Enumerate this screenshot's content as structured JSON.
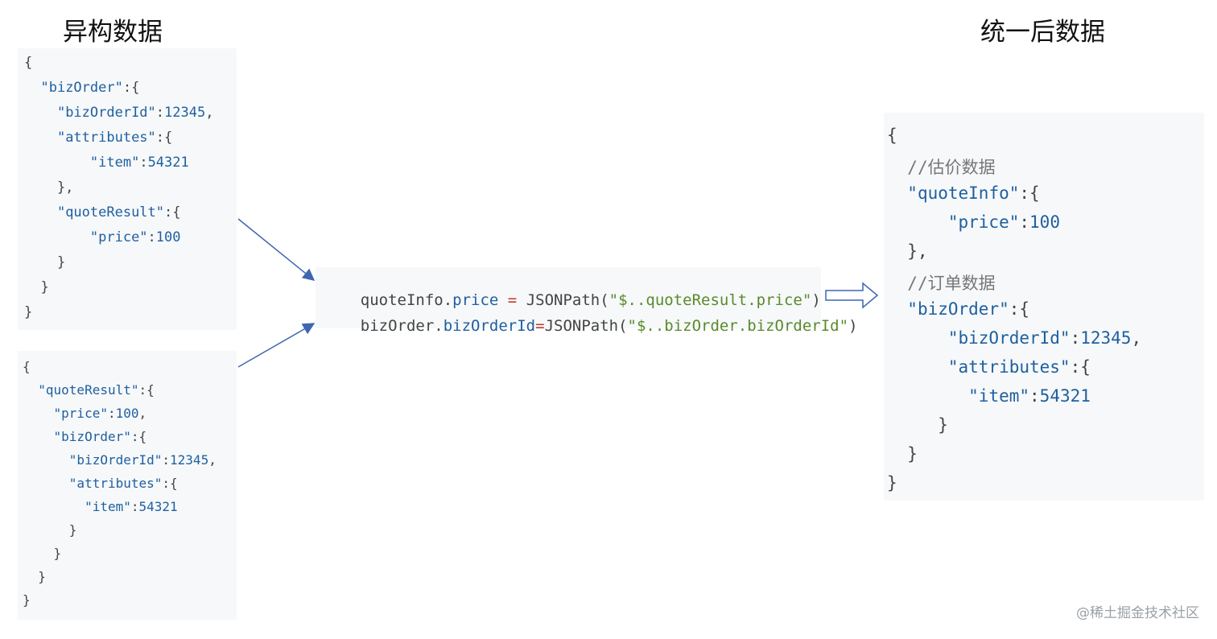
{
  "titles": {
    "left": "异构数据",
    "right": "统一后数据"
  },
  "block1": {
    "lines": [
      [
        "{"
      ],
      [
        "  ",
        "\"bizOrder\"",
        ":{"
      ],
      [
        "    ",
        "\"bizOrderId\"",
        ":",
        "12345",
        ","
      ],
      [
        "    ",
        "\"attributes\"",
        ":{"
      ],
      [
        "        ",
        "\"item\"",
        ":",
        "54321"
      ],
      [
        "    },"
      ],
      [
        "    ",
        "\"quoteResult\"",
        ":{"
      ],
      [
        "        ",
        "\"price\"",
        ":",
        "100"
      ],
      [
        "    }"
      ],
      [
        "  }"
      ],
      [
        "}"
      ]
    ]
  },
  "block2": {
    "lines": [
      [
        "{"
      ],
      [
        "  ",
        "\"quoteResult\"",
        ":{"
      ],
      [
        "    ",
        "\"price\"",
        ":",
        "100",
        ","
      ],
      [
        "    ",
        "\"bizOrder\"",
        ":{"
      ],
      [
        "      ",
        "\"bizOrderId\"",
        ":",
        "12345",
        ","
      ],
      [
        "      ",
        "\"attributes\"",
        ":{"
      ],
      [
        "        ",
        "\"item\"",
        ":",
        "54321"
      ],
      [
        "      }"
      ],
      [
        "    }"
      ],
      [
        "  }"
      ],
      [
        "}"
      ]
    ]
  },
  "mapping": {
    "line1": {
      "obj": "quoteInfo.",
      "field": "price",
      "eq": " = ",
      "fn": "JSONPath(",
      "arg": "\"$..quoteResult.price\"",
      "close": ")"
    },
    "line2": {
      "obj": "bizOrder.",
      "field": "bizOrderId",
      "eq": "=",
      "fn": "JSONPath(",
      "arg": "\"$..bizOrder.bizOrderId\"",
      "close": ")"
    }
  },
  "result": {
    "lines": [
      [
        "{"
      ],
      [
        "  ",
        "//估价数据"
      ],
      [
        "  ",
        "\"quoteInfo\"",
        ":{"
      ],
      [
        "      ",
        "\"price\"",
        ":",
        "100"
      ],
      [
        "  },"
      ],
      [
        "  ",
        "//订单数据"
      ],
      [
        "  ",
        "\"bizOrder\"",
        ":{"
      ],
      [
        "      ",
        "\"bizOrderId\"",
        ":",
        "12345",
        ","
      ],
      [
        "      ",
        "\"attributes\"",
        ":{"
      ],
      [
        "        ",
        "\"item\"",
        ":",
        "54321"
      ],
      [
        "     }"
      ],
      [
        "  }"
      ],
      [
        "}"
      ]
    ]
  },
  "watermark": "@稀土掘金技术社区"
}
